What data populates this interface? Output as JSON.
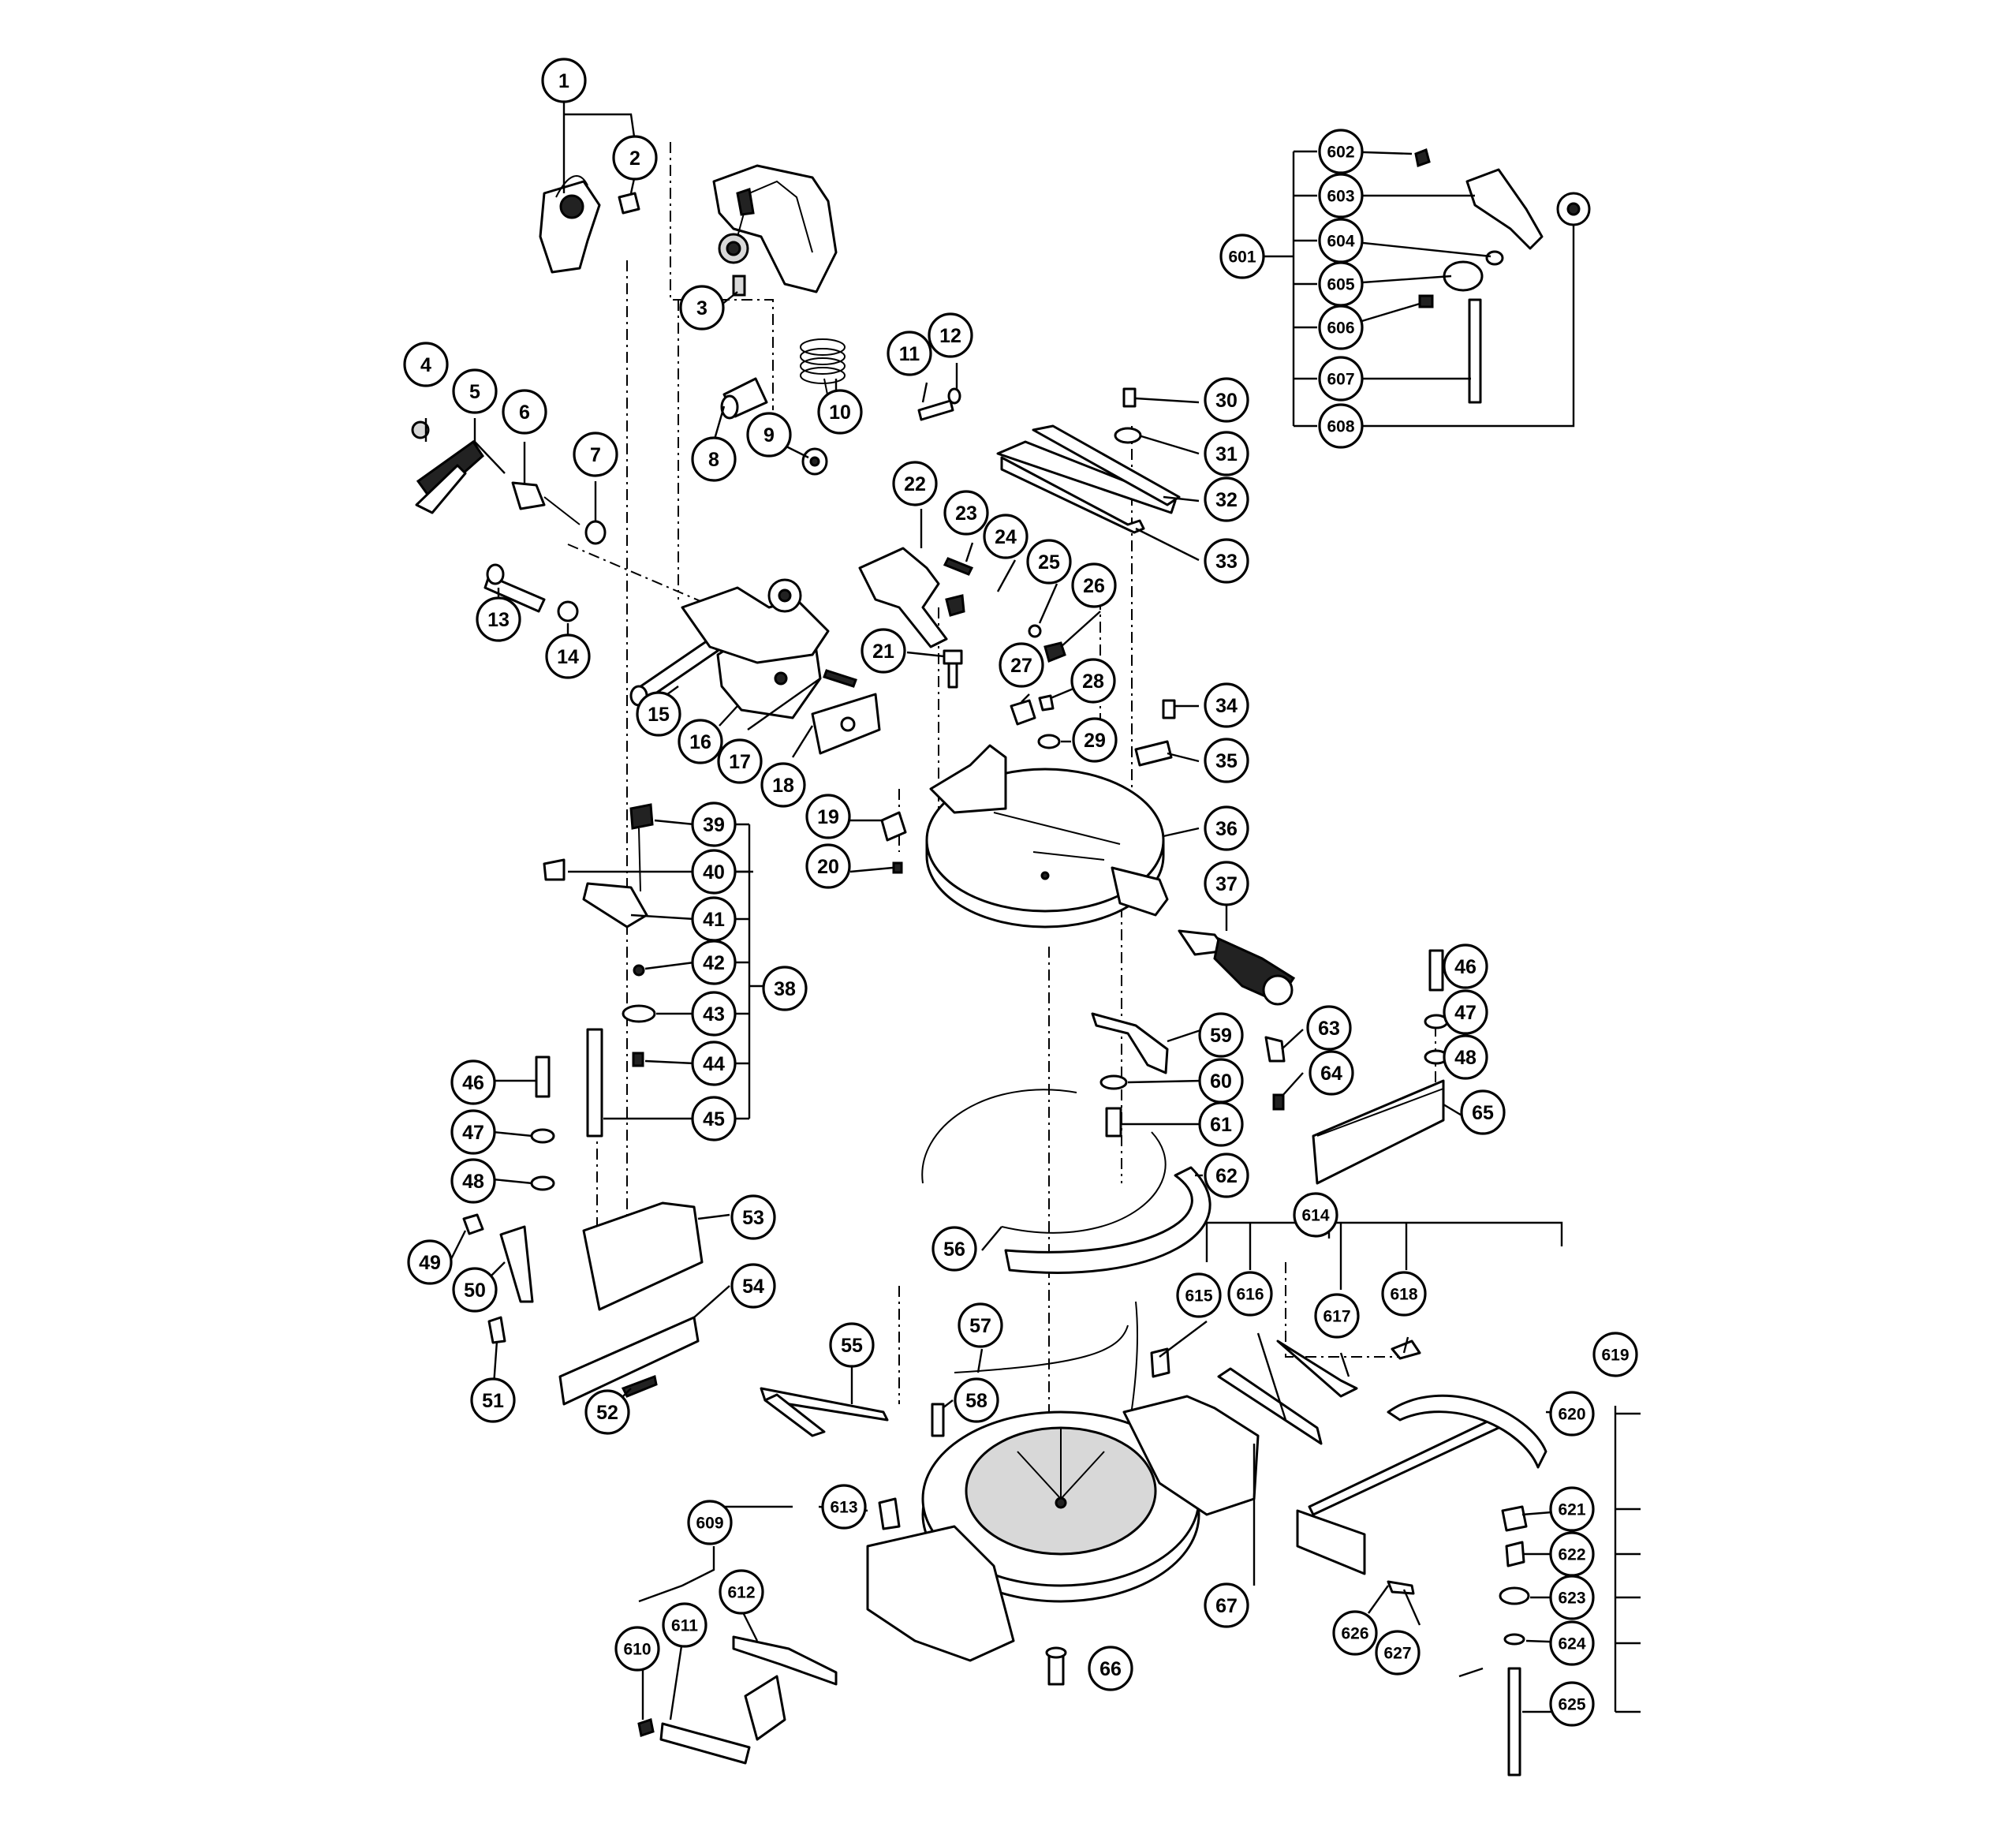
{
  "callouts": [
    "1",
    "2",
    "3",
    "4",
    "5",
    "6",
    "7",
    "8",
    "9",
    "10",
    "11",
    "12",
    "13",
    "14",
    "15",
    "16",
    "17",
    "18",
    "19",
    "20",
    "21",
    "22",
    "23",
    "24",
    "25",
    "26",
    "27",
    "28",
    "29",
    "30",
    "31",
    "32",
    "33",
    "34",
    "35",
    "36",
    "37",
    "38",
    "39",
    "40",
    "41",
    "42",
    "43",
    "44",
    "45",
    "46",
    "47",
    "48",
    "46",
    "47",
    "48",
    "49",
    "50",
    "51",
    "52",
    "53",
    "54",
    "55",
    "56",
    "57",
    "58",
    "59",
    "60",
    "61",
    "62",
    "63",
    "64",
    "65",
    "66",
    "67",
    "601",
    "602",
    "603",
    "604",
    "605",
    "606",
    "607",
    "608",
    "609",
    "610",
    "611",
    "612",
    "613",
    "614",
    "615",
    "616",
    "617",
    "618",
    "619",
    "620",
    "621",
    "622",
    "623",
    "624",
    "625",
    "626",
    "627"
  ]
}
